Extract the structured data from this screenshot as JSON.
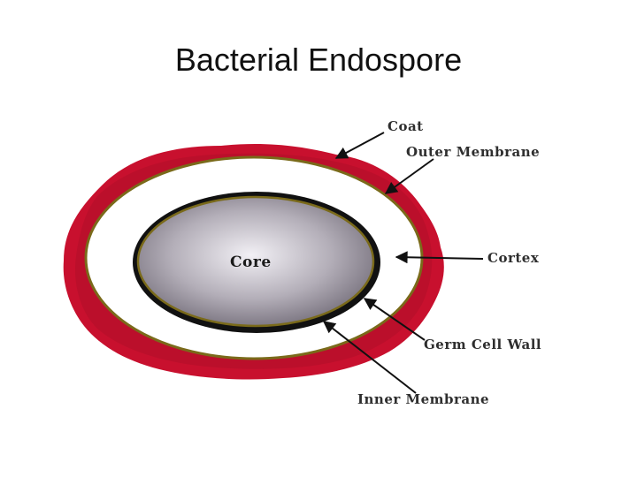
{
  "slide": {
    "title": "Bacterial Endospore"
  },
  "diagram": {
    "colors": {
      "coat": "#c8102e",
      "coat_dark": "#a30d24",
      "outer_membrane": "#7a6a1a",
      "cortex": "#ffffff",
      "germ_cell_wall": "#111111",
      "core_light": "#e9e6ee",
      "core_dark": "#6e6874",
      "arrow": "#111111"
    },
    "labels": {
      "coat": "Coat",
      "outer_membrane": "Outer Membrane",
      "cortex": "Cortex",
      "germ_cell_wall": "Germ Cell Wall",
      "inner_membrane": "Inner Membrane",
      "core": "Core"
    }
  }
}
